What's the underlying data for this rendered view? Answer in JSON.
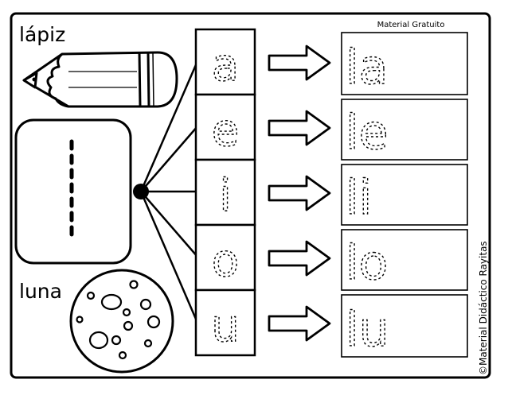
{
  "header": {
    "label": "Material Gratuito"
  },
  "words": {
    "pencil": "lápiz",
    "moon": "luna"
  },
  "vowels": [
    "a",
    "e",
    "i",
    "o",
    "u"
  ],
  "syllables": [
    "la",
    "le",
    "li",
    "lo",
    "lu"
  ],
  "credit": "©Material Didáctico Rayitas",
  "icons": {
    "arrow": "right-arrow-icon",
    "pencil": "pencil-drawing",
    "moon": "moon-drawing"
  }
}
